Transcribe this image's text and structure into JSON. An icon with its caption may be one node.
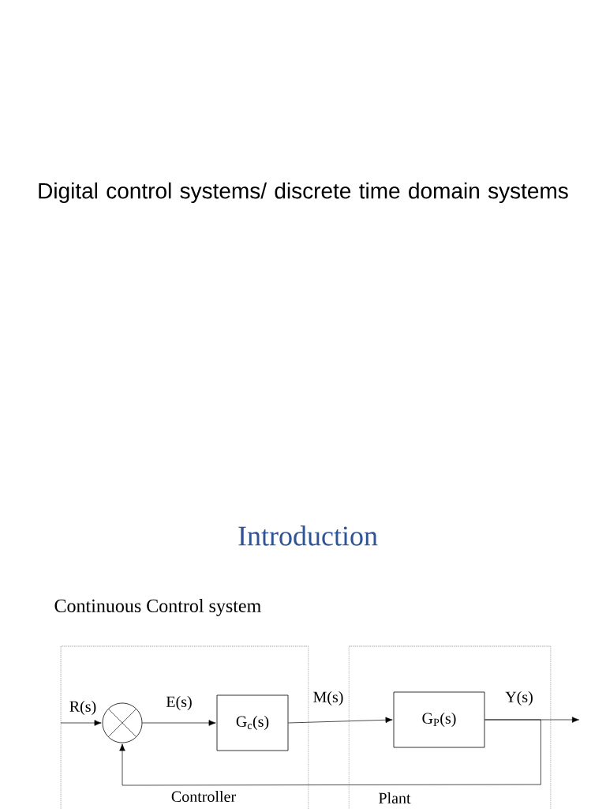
{
  "diagram": {
    "title": "Digital control systems/ discrete time domain systems",
    "nodes": [
      {
        "text": [
          "Controller"
        ]
      },
      {
        "text": [
          "Plant"
        ]
      },
      {
        "text": [],
        "shape": "circle",
        "in": 0
      },
      {
        "text": [
          "G$_{c}$(s)"
        ],
        "in": 0
      },
      {
        "text": [
          "G$_{P}$(s)"
        ],
        "in": 1
      }
    ],
    "edges": [
      {
        "from": null,
        "to": 2,
        "arrow": "to",
        "label": "R(s)"
      },
      {
        "from": 2,
        "to": 3,
        "arrow": "to",
        "label": "E(s)"
      },
      {
        "from": 3,
        "to": 4,
        "arrow": "to",
        "label": "M(s)"
      },
      {
        "from": 4,
        "to": null,
        "arrow": "to",
        "label": "Y(s)"
      },
      {
        "from": 4,
        "to": 2,
        "arrow": "to"
      }
    ],
    "labels": [
      "Introduction",
      "Continuous Control system"
    ]
  }
}
